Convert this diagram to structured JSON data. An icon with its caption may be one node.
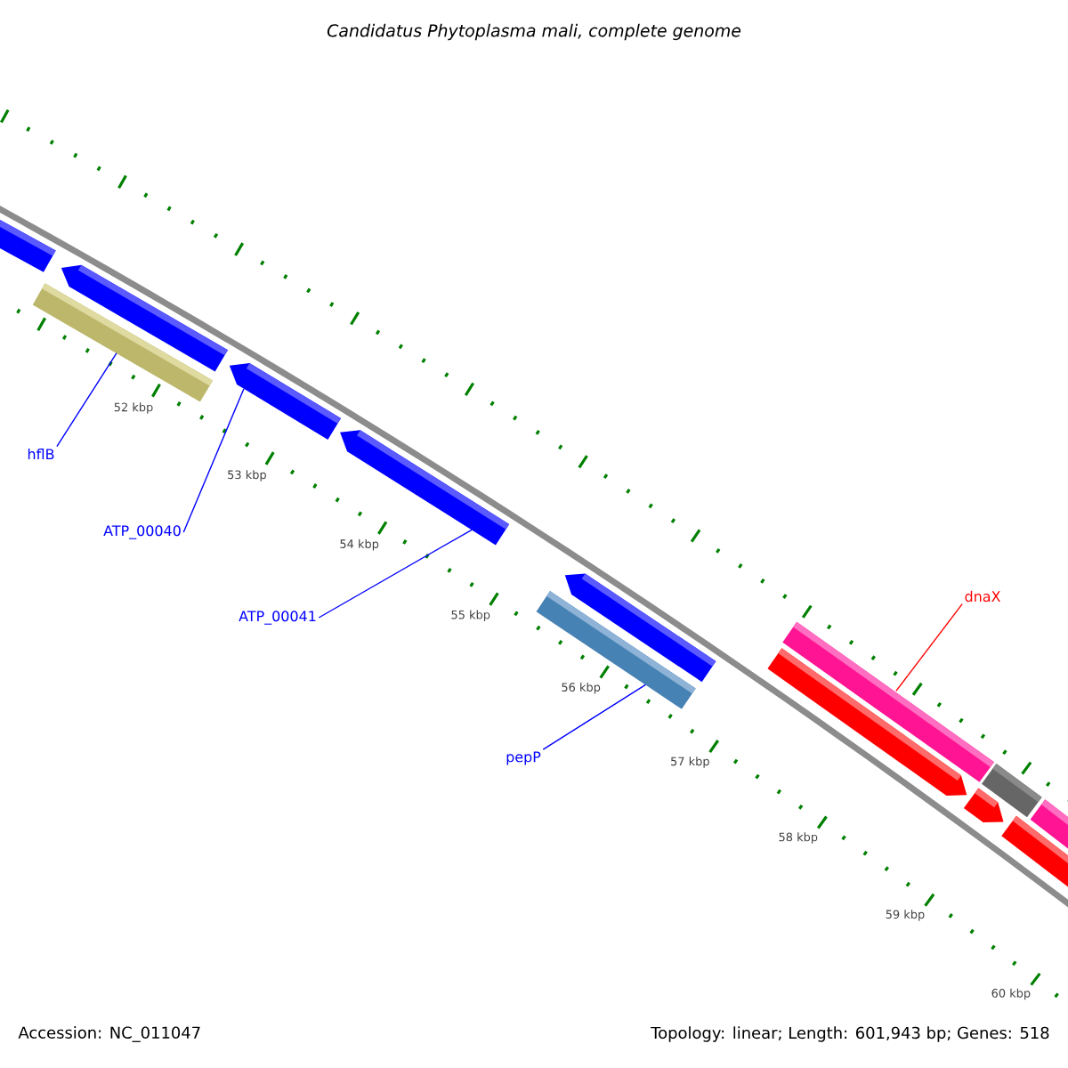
{
  "diagram": {
    "title": "Candidatus Phytoplasma mali, complete genome",
    "nodes": [
      {
        "text": [],
        "shape": "pentagon"
      },
      {
        "text": [],
        "shape": "bar"
      },
      {
        "text": [],
        "shape": "pentagon"
      },
      {
        "text": [],
        "shape": "pentagon"
      },
      {
        "text": [],
        "shape": "pentagon"
      },
      {
        "text": [],
        "shape": "bar"
      },
      {
        "text": [],
        "shape": "pentagon"
      },
      {
        "text": [],
        "shape": "bar"
      },
      {
        "text": [],
        "shape": "pentagon"
      },
      {
        "text": [],
        "shape": "pentagon"
      },
      {
        "text": [],
        "shape": "bar"
      },
      {
        "text": [],
        "shape": "pentagon"
      },
      {
        "text": [],
        "shape": "bar"
      },
      {
        "text": [
          "hflB"
        ]
      },
      {
        "text": [
          "ATP_00040"
        ]
      },
      {
        "text": [
          "ATP_00041"
        ]
      },
      {
        "text": [
          "pepP"
        ]
      },
      {
        "text": [
          "dnaX"
        ]
      }
    ],
    "edges": [
      {
        "from": 13,
        "to": 1,
        "arrow": "none"
      },
      {
        "from": 14,
        "to": 3,
        "arrow": "none"
      },
      {
        "from": 15,
        "to": 4,
        "arrow": "none"
      },
      {
        "from": 16,
        "to": 5,
        "arrow": "none"
      },
      {
        "from": 17,
        "to": 7,
        "arrow": "none",
        "color": "#ff0000"
      }
    ],
    "labels": [
      "52 kbp",
      "53 kbp",
      "54 kbp",
      "55 kbp",
      "56 kbp",
      "57 kbp",
      "58 kbp",
      "59 kbp",
      "60 kbp",
      "Accession: NC_011047",
      "Topology: linear; Length: 601,943 bp; Genes: 518"
    ]
  }
}
